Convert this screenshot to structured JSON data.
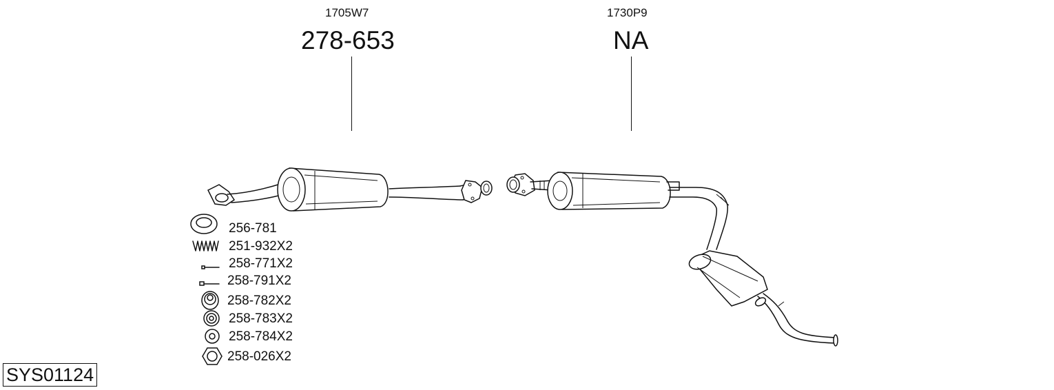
{
  "diagram": {
    "sections": [
      {
        "code": "1705W7",
        "part_number": "278-653"
      },
      {
        "code": "1730P9",
        "part_number": "NA"
      }
    ],
    "parts_list": [
      {
        "icon": "gasket-ring-icon",
        "label": "256-781"
      },
      {
        "icon": "spring-icon",
        "label": "251-932X2"
      },
      {
        "icon": "bolt-icon",
        "label": "258-771X2"
      },
      {
        "icon": "long-bolt-icon",
        "label": "258-791X2"
      },
      {
        "icon": "rubber-mount-icon",
        "label": "258-782X2"
      },
      {
        "icon": "ring-mount-icon",
        "label": "258-783X2"
      },
      {
        "icon": "washer-icon",
        "label": "258-784X2"
      },
      {
        "icon": "hex-nut-icon",
        "label": "258-026X2"
      }
    ],
    "system_code": "SYS01124"
  }
}
